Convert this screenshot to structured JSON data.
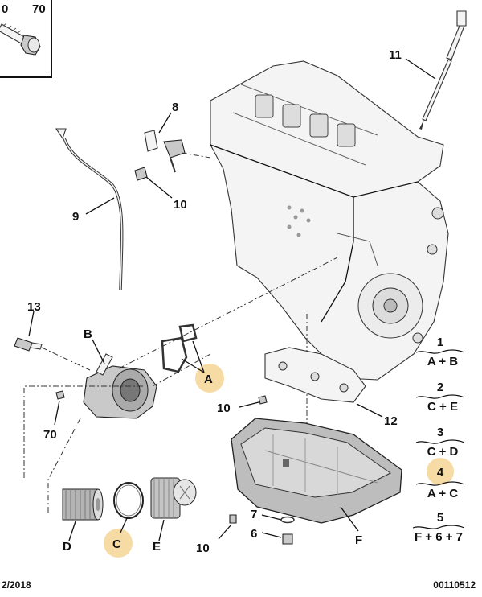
{
  "inset": {
    "values": [
      "0",
      "70"
    ]
  },
  "labels": {
    "p11": "11",
    "p8": "8",
    "p10a": "10",
    "p9": "9",
    "p13": "13",
    "pB": "B",
    "pA": "A",
    "p70": "70",
    "p10b": "10",
    "p12": "12",
    "pD": "D",
    "pC": "C",
    "pE": "E",
    "p7": "7",
    "p6": "6",
    "p10c": "10",
    "pF": "F"
  },
  "legend": [
    {
      "num": "1",
      "formula": "A + B"
    },
    {
      "num": "2",
      "formula": "C + E"
    },
    {
      "num": "3",
      "formula": "C + D"
    },
    {
      "num": "4",
      "formula": "A + C"
    },
    {
      "num": "5",
      "formula": "F + 6 + 7"
    }
  ],
  "footer": {
    "date": "2/2018",
    "ref": "00110512"
  },
  "colors": {
    "highlight": "#f6d79b",
    "ink": "#111111"
  }
}
